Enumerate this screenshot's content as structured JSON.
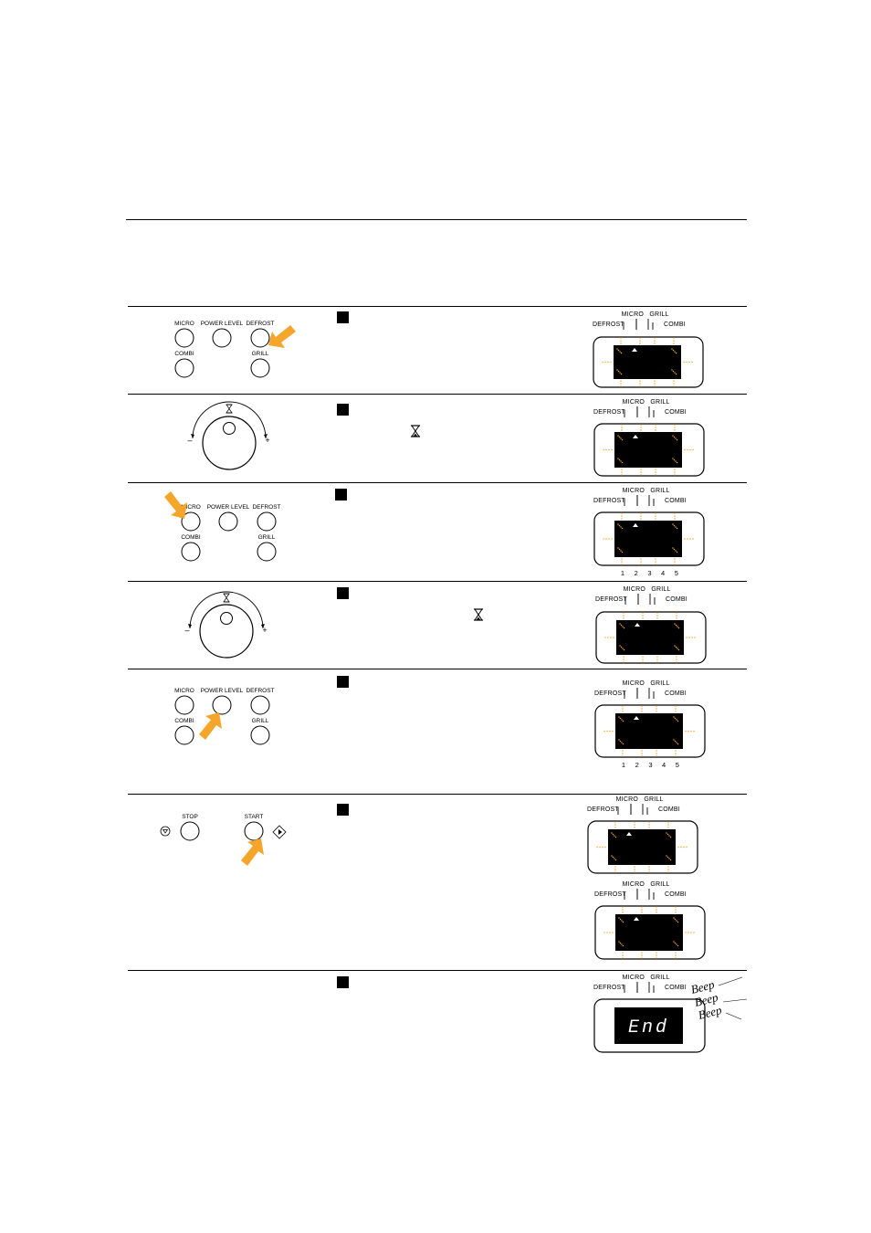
{
  "buttons": {
    "micro": "MICRO",
    "power_level": "POWER LEVEL",
    "defrost": "DEFROST",
    "combi": "COMBI",
    "grill": "GRILL",
    "stop": "STOP",
    "start": "START"
  },
  "display": {
    "micro": "MICRO",
    "grill": "GRILL",
    "defrost": "DEFROST",
    "combi": "COMBI",
    "levels": [
      "1",
      "2",
      "3",
      "4",
      "5"
    ],
    "end_text": "End",
    "beep": "Beep"
  },
  "dial": {
    "minus": "–",
    "plus": "+"
  },
  "colors": {
    "accent": "#F5A52A",
    "display": "#000000"
  },
  "icons": {
    "arrow": "pointer-arrow-icon",
    "hourglass": "hourglass-icon",
    "dial": "rotary-dial-icon"
  }
}
